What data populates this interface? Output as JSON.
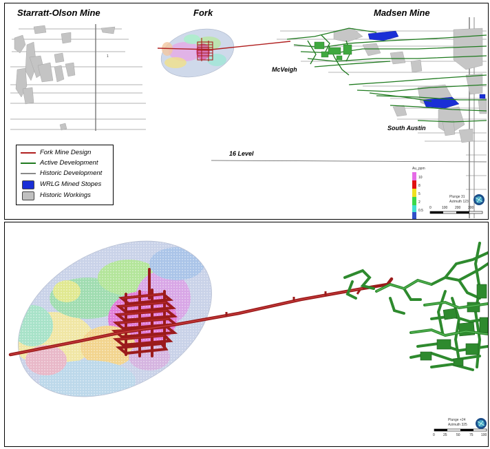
{
  "top_panel": {
    "titles": {
      "starratt_olson": "Starratt-Olson Mine",
      "fork": "Fork",
      "madsen": "Madsen Mine"
    },
    "labels": {
      "mcveigh": "McVeigh",
      "south_austin": "South Austin",
      "level_16": "16 Level",
      "marker_1": "1"
    },
    "legend": [
      {
        "label": "Fork Mine Design",
        "kind": "line",
        "color": "#b01e1e"
      },
      {
        "label": "Active Development",
        "kind": "line",
        "color": "#1e7a1e"
      },
      {
        "label": "Historic Development",
        "kind": "line",
        "color": "#8a8a8a"
      },
      {
        "label": "WRLG Mined Stopes",
        "kind": "box",
        "color": "#1a2fd6"
      },
      {
        "label": "Historic Workings",
        "kind": "box",
        "color": "#c0c0c0"
      }
    ],
    "grade_scale": {
      "title": "Au_ppm",
      "ticks": [
        "10",
        "8",
        "5",
        "2",
        "0.5"
      ],
      "colors": [
        "#e56be6",
        "#e01010",
        "#f0e020",
        "#3ad84a",
        "#40e0d0",
        "#3050c8"
      ]
    },
    "view": {
      "plunge": "Plunge 31",
      "azimuth": "Azimuth 123",
      "scale_ticks": [
        "0",
        "100",
        "200",
        "300"
      ]
    }
  },
  "bottom_panel": {
    "view": {
      "plunge": "Plunge +24",
      "azimuth": "Azimuth 325",
      "scale_ticks": [
        "0",
        "25",
        "50",
        "75",
        "100"
      ]
    }
  }
}
